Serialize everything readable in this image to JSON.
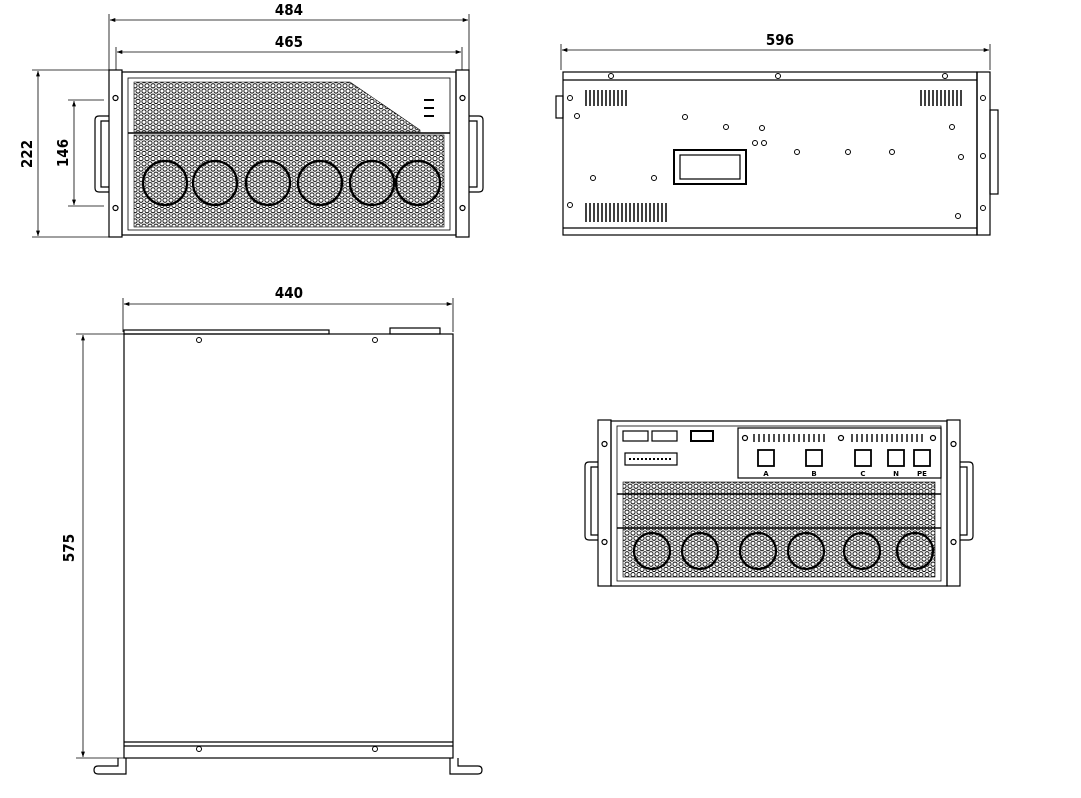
{
  "drawing": {
    "front_view": {
      "dim_overall_width": "484",
      "dim_panel_width": "465",
      "dim_height": "222",
      "dim_handle_spacing": "146"
    },
    "side_view": {
      "dim_depth": "596"
    },
    "top_view": {
      "dim_width": "440",
      "dim_depth": "575"
    },
    "rear_view": {
      "terminals": [
        "A",
        "B",
        "C",
        "N",
        "PE"
      ]
    }
  },
  "colors": {
    "line": "#000000",
    "background": "#ffffff"
  }
}
